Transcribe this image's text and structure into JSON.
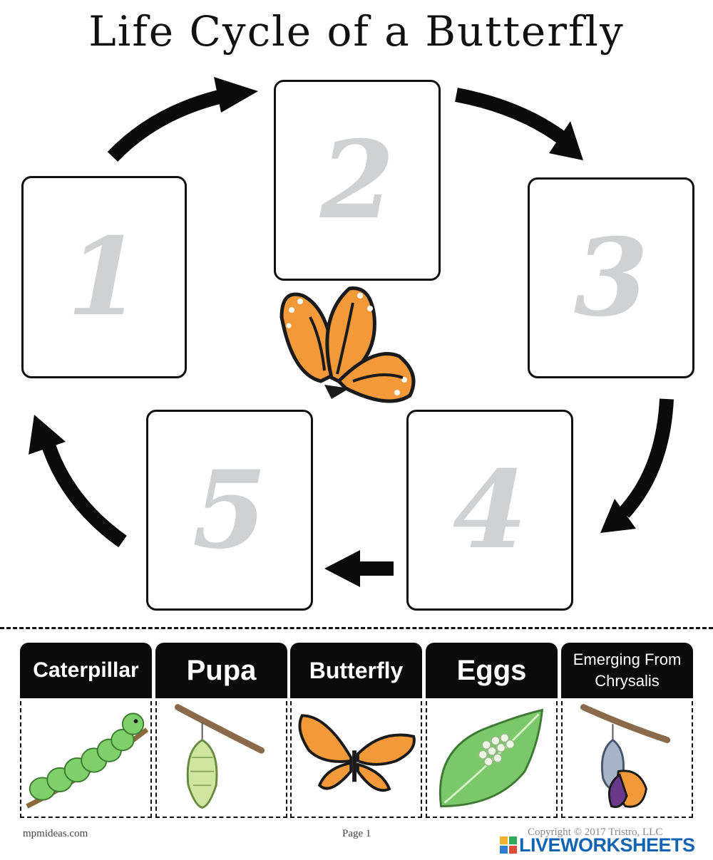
{
  "title": "Life Cycle of a Butterfly",
  "stages": [
    {
      "number": "1"
    },
    {
      "number": "2"
    },
    {
      "number": "3"
    },
    {
      "number": "4"
    },
    {
      "number": "5"
    }
  ],
  "cards": [
    {
      "label": "Caterpillar",
      "icon": "caterpillar-icon"
    },
    {
      "label": "Pupa",
      "icon": "pupa-icon"
    },
    {
      "label": "Butterfly",
      "icon": "butterfly-icon"
    },
    {
      "label": "Eggs",
      "icon": "eggs-on-leaf-icon"
    },
    {
      "label": "Emerging From Chrysalis",
      "icon": "emerging-butterfly-icon"
    }
  ],
  "footer": {
    "site": "mpmideas.com",
    "page": "Page 1",
    "copyright": "Copyright © 2017 Tristro, LLC"
  },
  "watermark": "LIVEWORKSHEETS",
  "colors": {
    "butterfly_orange": "#f29a3a",
    "leaf_green": "#7ac86a",
    "watermark_blue": "#1464b4"
  }
}
